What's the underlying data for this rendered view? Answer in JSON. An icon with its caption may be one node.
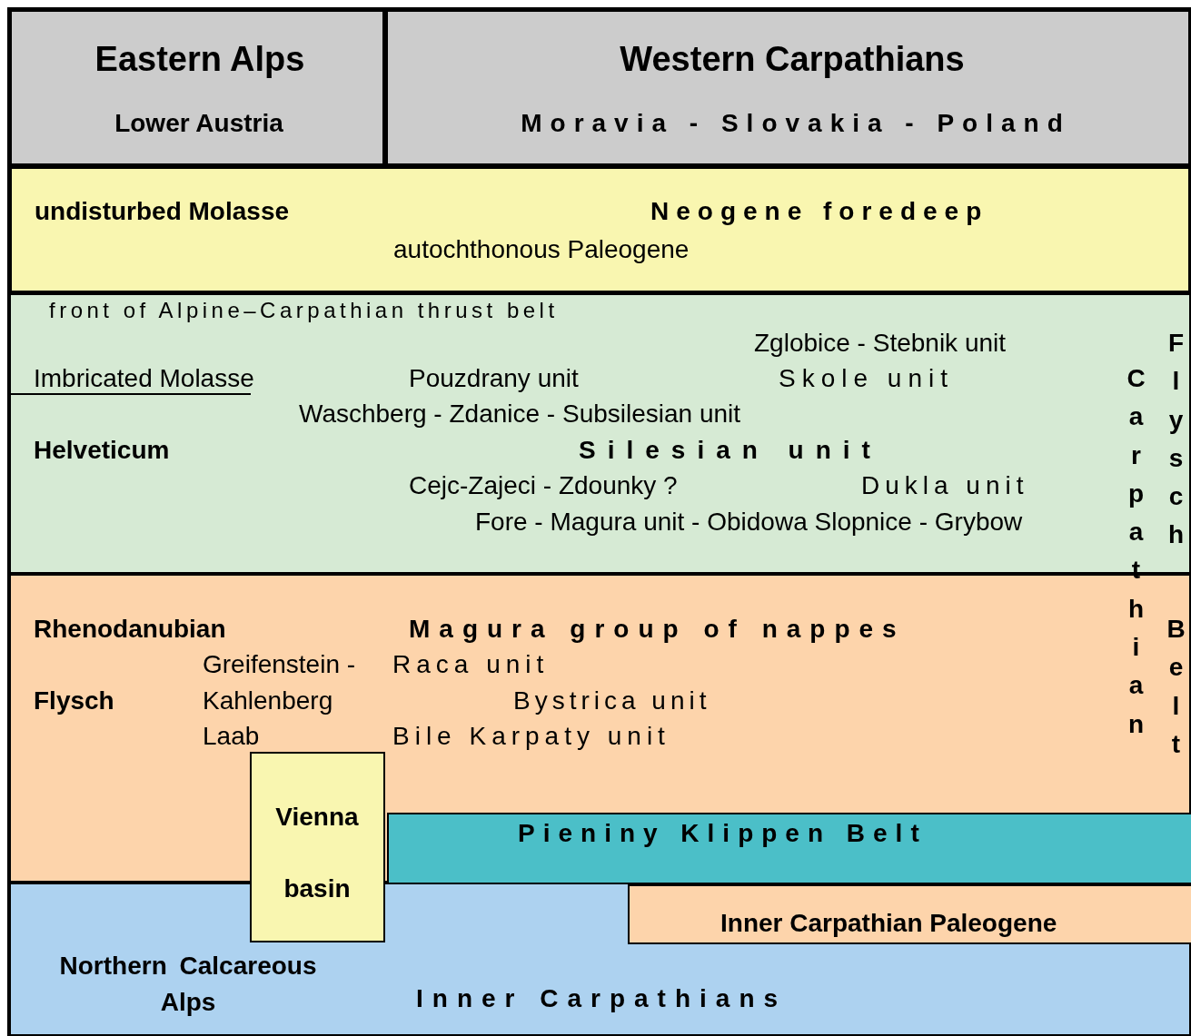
{
  "diagram": {
    "nodes": [
      {
        "text": [
          "Eastern Alps",
          "Lower Austria"
        ]
      },
      {
        "text": [
          "Western Carpathians",
          "Moravia - Slovakia - Poland"
        ]
      },
      {
        "text": [
          "undisturbed Molasse",
          "Neogene foredeep",
          "autochthonous Paleogene"
        ]
      },
      {
        "text": [
          "front of Alpine–Carpathian thrust belt",
          "Zglobice - Stebnik unit",
          "Imbricated Molasse",
          "Pouzdrany unit",
          "Skole unit",
          "Waschberg - Zdanice - Subsilesian unit",
          "Helveticum",
          "Silesian unit",
          "Cejc-Zajeci - Zdounky ?",
          "Dukla unit",
          "Fore - Magura unit - Obidowa Slopnice - Grybow"
        ]
      },
      {
        "text": [
          "Rhenodanubian",
          "Magura group of nappes",
          "Greifenstein -",
          "Raca unit",
          "Flysch",
          "Kahlenberg",
          "Bystrica unit",
          "Laab",
          "Bile Karpaty unit"
        ]
      },
      {
        "text": [
          "Pieniny Klippen Belt"
        ],
        "in": 4
      },
      {
        "text": [
          "Vienna basin"
        ]
      },
      {
        "text": [
          "Northern Calcareous Alps",
          "Inner Carpathians"
        ]
      },
      {
        "text": [
          "Inner Carpathian Paleogene"
        ],
        "in": 7
      }
    ],
    "labels": [
      "Flysch",
      "Carpathian",
      "Belt"
    ]
  }
}
